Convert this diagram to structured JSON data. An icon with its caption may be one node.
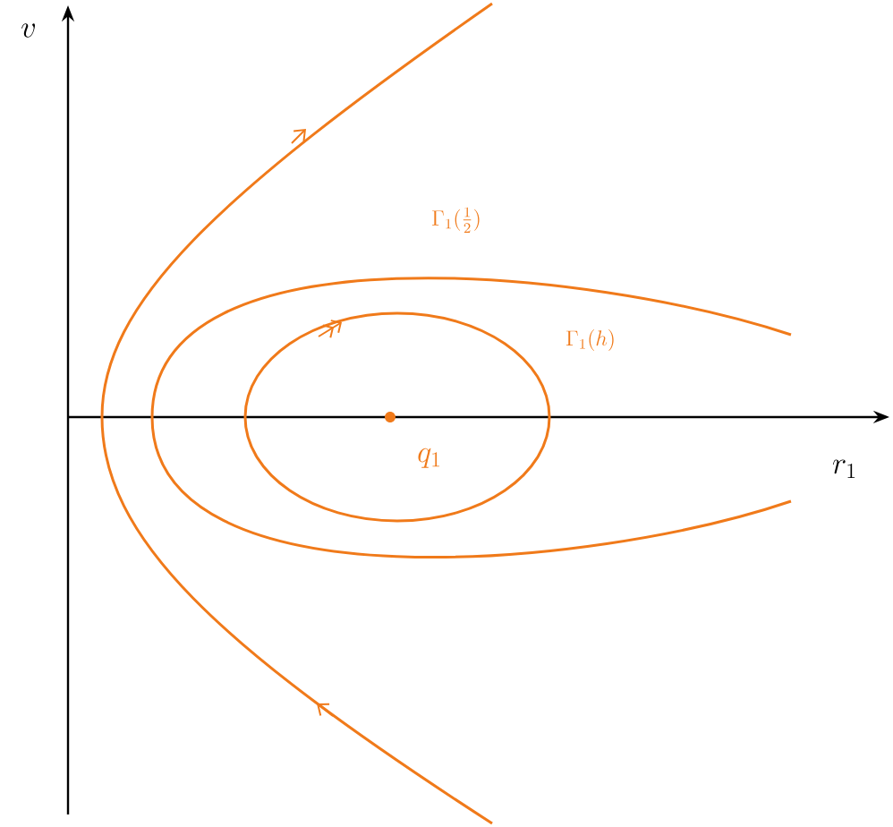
{
  "diagram": {
    "labels": [
      "v",
      "r_1",
      "q_1",
      "\\Gamma_1(\\tfrac{1}{2})",
      "\\Gamma_1(h)"
    ]
  }
}
